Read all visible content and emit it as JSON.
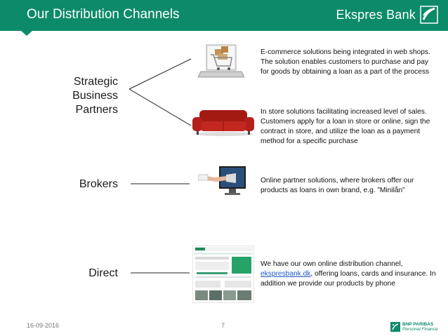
{
  "header": {
    "title": "Our Distribution Channels",
    "brand": "Ekspres Bank"
  },
  "channels": {
    "strategic": {
      "label_lines": [
        "Strategic",
        "Business",
        "Partners"
      ],
      "ecommerce_desc": "E-commerce solutions being integrated in web shops. The solution enables customers to purchase and pay for goods by obtaining a loan as a part of the process",
      "instore_desc": "In store solutions facilitating increased level of sales. Customers apply for a loan in store or online, sign the contract in store, and utilize the loan as a payment method for a specific purchase"
    },
    "brokers": {
      "label": "Brokers",
      "desc": "Online partner solutions, where brokers offer our products as loans in own brand, e.g. ”Minilån”"
    },
    "direct": {
      "label": "Direct",
      "desc_before": "We have our own online distribution channel, ",
      "link": "ekspresbank.dk",
      "desc_after": ", offering loans, cards and insurance. In addition we provide our products by phone"
    }
  },
  "footer": {
    "date": "16-09-2016",
    "page": "7",
    "logo_line1": "BNP PARIBAS",
    "logo_line2": "Personal Finance"
  },
  "colors": {
    "header_bg": "#0d8a6a",
    "link": "#1f57c4"
  }
}
